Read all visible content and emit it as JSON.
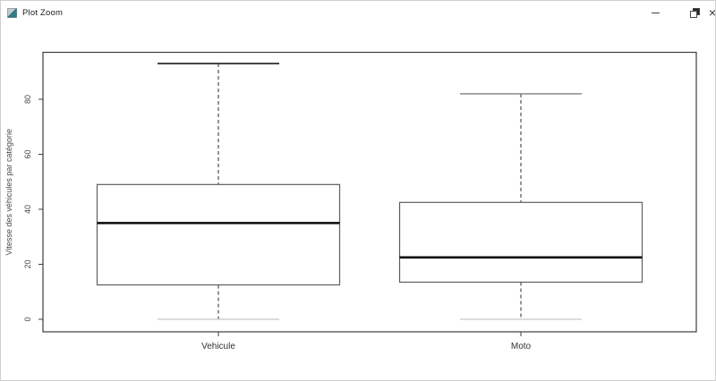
{
  "window": {
    "title": "Plot Zoom",
    "icons": {
      "close": "×"
    }
  },
  "chart_data": {
    "type": "boxplot",
    "title": "",
    "xlabel": "",
    "ylabel": "Vitesse des véhicules par catégorie",
    "categories": [
      "Vehicule",
      "Moto"
    ],
    "y_ticks": [
      0,
      20,
      40,
      60,
      80
    ],
    "ylim": [
      0,
      97
    ],
    "grid": false,
    "legend": "none",
    "series": [
      {
        "name": "Vehicule",
        "min": 0,
        "q1": 12.5,
        "median": 35,
        "q3": 49,
        "max": 93
      },
      {
        "name": "Moto",
        "min": 0,
        "q1": 13.5,
        "median": 22.5,
        "q3": 42.5,
        "max": 82
      }
    ],
    "style": {
      "box_stroke": "#5f5f5f",
      "median_color": "#0a0a0a",
      "whisker_color": "#3f3f3f",
      "cap_max_colors": [
        "#3a3a3a",
        "#8a8a8a"
      ],
      "cap_min_color": "#c6c6c6",
      "axis_color": "#3d3d3d",
      "text_color": "#4a4a4a",
      "background": "#ffffff"
    }
  }
}
